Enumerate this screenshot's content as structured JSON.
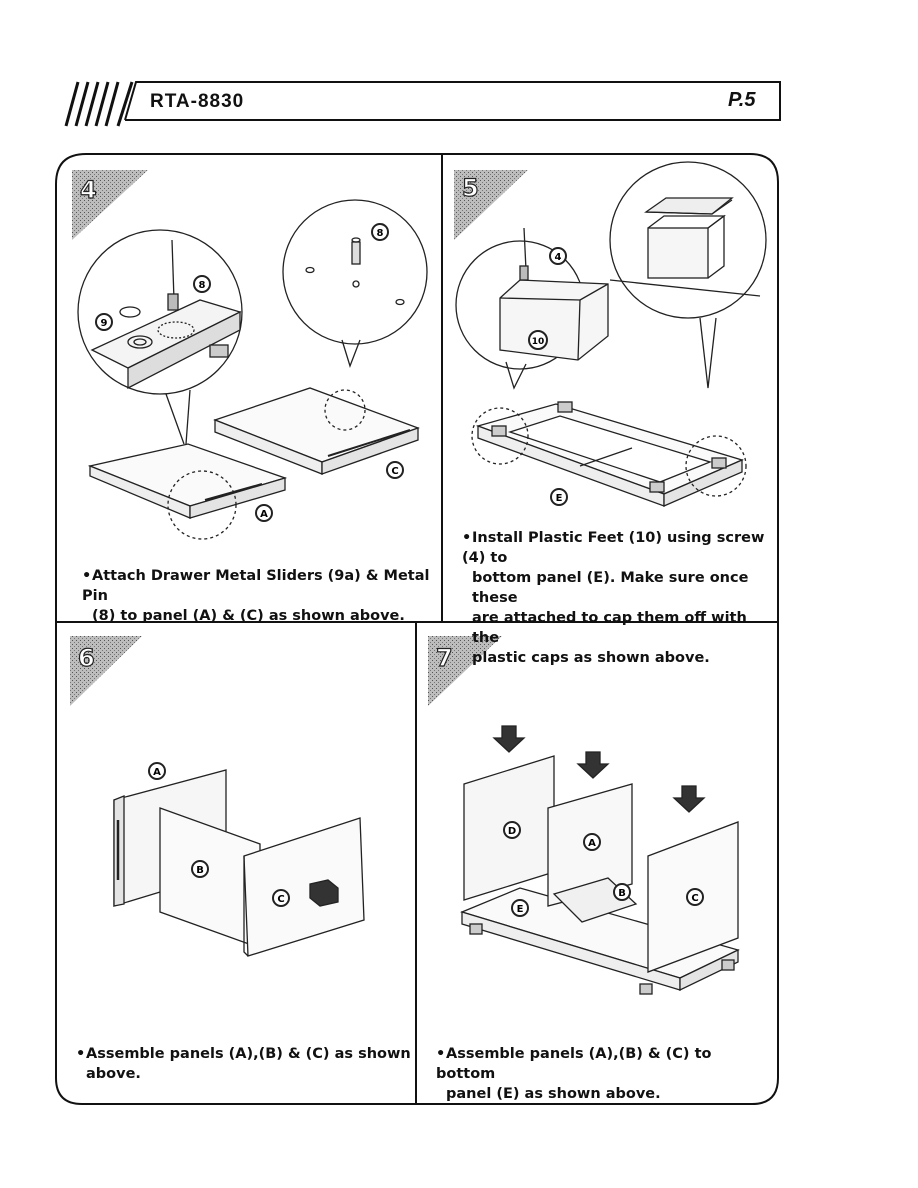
{
  "header": {
    "model": "RTA-8830",
    "page": "P.5"
  },
  "steps": [
    {
      "number": "4",
      "caption_line1": "Attach Drawer Metal Sliders (9a) & Metal Pin",
      "caption_line2": "(8) to panel (A) & (C) as shown above.",
      "callouts": [
        "8",
        "9",
        "8",
        "A",
        "C"
      ]
    },
    {
      "number": "5",
      "caption_line1": "Install Plastic Feet (10) using screw (4) to",
      "caption_line2": "bottom panel (E). Make sure once these",
      "caption_line3": "are attached to cap them off with the",
      "caption_line4": "plastic caps as shown above.",
      "callouts": [
        "4",
        "10",
        "E"
      ]
    },
    {
      "number": "6",
      "caption_line1": "Assemble panels (A),(B) & (C) as shown",
      "caption_line2": "above.",
      "callouts": [
        "A",
        "B",
        "C"
      ]
    },
    {
      "number": "7",
      "caption_line1": "Assemble panels (A),(B) & (C) to bottom",
      "caption_line2": "panel (E) as shown above.",
      "callouts": [
        "D",
        "A",
        "B",
        "E",
        "C"
      ]
    }
  ]
}
